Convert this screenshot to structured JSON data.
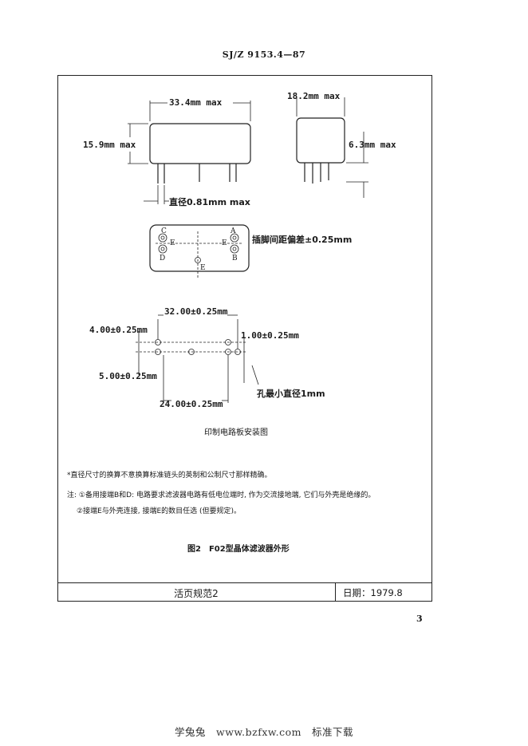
{
  "header": {
    "standard_code": "SJ/Z 9153.4—87"
  },
  "drawing": {
    "length_dim": "33.4mm max",
    "width_dim": "18.2mm max",
    "height_dim": "15.9mm max",
    "pin_length_dim": "6.3mm max",
    "pin_diameter": "直径0.81mm max",
    "pin_tolerance": "插脚间距偏差±0.25mm",
    "pins": {
      "a": "A",
      "b": "B",
      "c": "C",
      "d": "D",
      "e": "E"
    },
    "pcb": {
      "span": "32.00±0.25mm",
      "offset_left": "4.00±0.25mm",
      "offset_right": "1.00±0.25mm",
      "row_spacing": "5.00±0.25mm",
      "inner_span": "24.00±0.25mm",
      "hole_min": "孔最小直径1mm"
    },
    "pcb_caption": "印制电路板安装图"
  },
  "notes": {
    "footnote": "*直径尺寸的换算不意换算标准链头的英制和公制尺寸那样精确。",
    "note1": "注: ①备用接端B和D: 电路要求滤波器电路有低电位端时, 作为交流接地端, 它们与外壳是绝缘的。",
    "note2": "②接端E与外壳连接, 接端E的数目任选 (但要规定)。"
  },
  "figure_caption": "图2　F02型晶体滤波器外形",
  "footer": {
    "title": "活页规范2",
    "date": "日期：1979.8"
  },
  "page_number": "3",
  "watermark": "学兔兔　www.bzfxw.com　标准下载"
}
